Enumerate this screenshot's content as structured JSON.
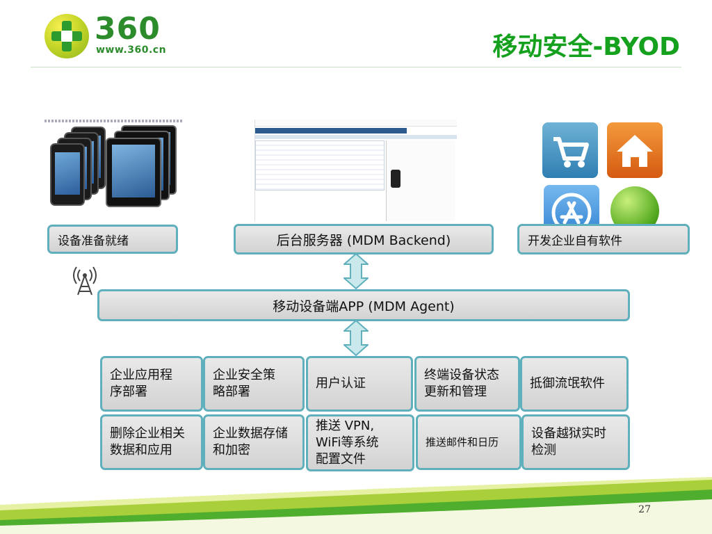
{
  "header": {
    "logo_number": "360",
    "logo_url": "www.360.cn",
    "title": "移动安全-BYOD"
  },
  "top_labels": {
    "devices": "设备准备就绪",
    "backend": "后台服务器 (MDM Backend)",
    "software": "开发企业自有软件"
  },
  "agent": "移动设备端APP (MDM Agent)",
  "features": {
    "row1": [
      "企业应用程序部署",
      "企业安全策略部署",
      "用户认证",
      "终端设备状态更新和管理",
      "抵御流氓软件"
    ],
    "row2": [
      "删除企业相关数据和应用",
      "企业数据存储和加密",
      "推送 VPN, WiFi等系统配置文件",
      "推送邮件和日历",
      "设备越狱实时检测"
    ]
  },
  "page_number": "27",
  "colors": {
    "title_green": "#15a11e",
    "box_border": "#5fb0bc",
    "box_fill": "#d9d9d9",
    "arrow_fill": "#c9e9ec"
  },
  "icons": [
    "cart-app-icon",
    "home-app-icon",
    "app-store-icon",
    "apple-icon",
    "antenna-icon"
  ]
}
